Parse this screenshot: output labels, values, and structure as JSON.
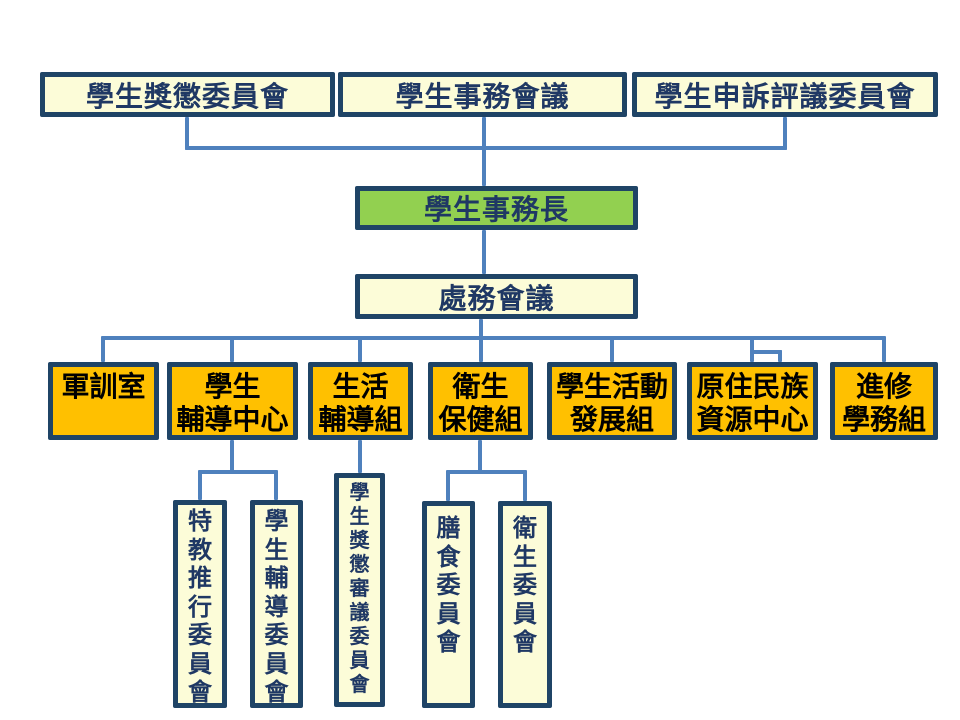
{
  "colors": {
    "bg": "#FFFFFF",
    "border": "#1F4466",
    "line": "#4F81BD",
    "cream": "#FCFCD8",
    "orange": "#FFC000",
    "green": "#92D050",
    "navy": "#1F3864",
    "black": "#000000"
  },
  "org": {
    "top_row": [
      {
        "label": "學生獎懲委員會"
      },
      {
        "label": "學生事務會議"
      },
      {
        "label": "學生申訴評議委員會"
      }
    ],
    "dean": {
      "label": "學生事務長"
    },
    "office_meeting": {
      "label": "處務會議"
    },
    "departments": [
      {
        "line1": "軍訓室",
        "line2": ""
      },
      {
        "line1": "學生",
        "line2": "輔導中心"
      },
      {
        "line1": "生活",
        "line2": "輔導組"
      },
      {
        "line1": "衛生",
        "line2": "保健組"
      },
      {
        "line1": "學生活動",
        "line2": "發展組"
      },
      {
        "line1": "原住民族",
        "line2": "資源中心"
      },
      {
        "line1": "進修",
        "line2": "學務組"
      }
    ],
    "committees": [
      {
        "label": "特教推行委員會"
      },
      {
        "label": "學生輔導委員會"
      },
      {
        "label": "學生獎懲審議委員會"
      },
      {
        "label": "膳食委員會"
      },
      {
        "label": "衛生委員會"
      }
    ]
  }
}
